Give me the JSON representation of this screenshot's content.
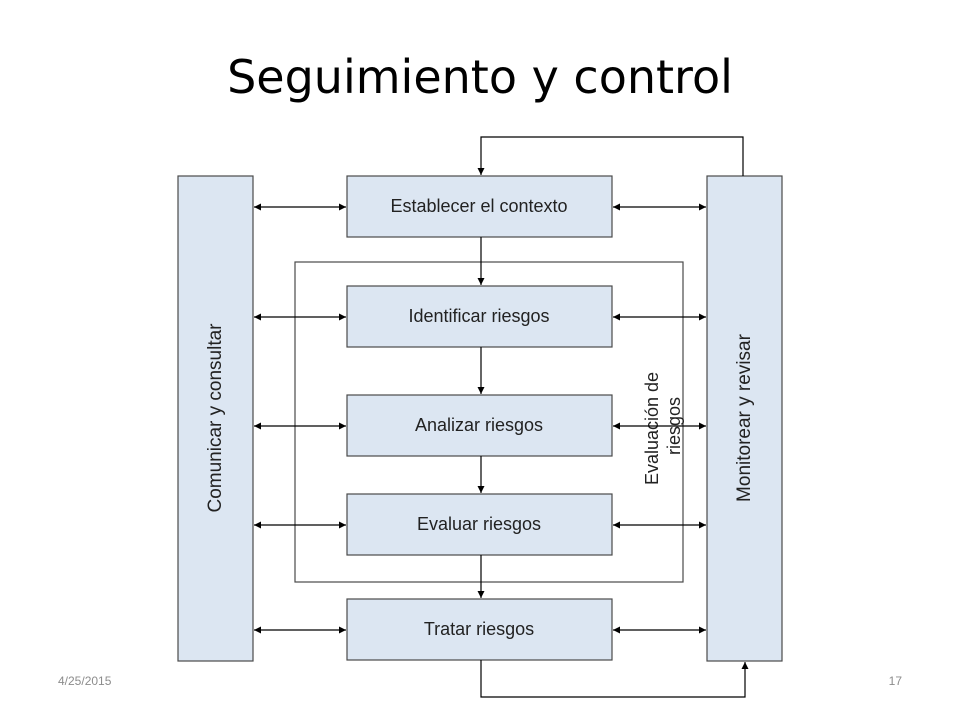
{
  "title": "Seguimiento y control",
  "diagram": {
    "left_column": "Comunicar y consultar",
    "right_column": "Monitorear y revisar",
    "steps": [
      "Establecer el contexto",
      "Identificar riesgos",
      "Analizar riesgos",
      "Evaluar riesgos",
      "Tratar riesgos"
    ],
    "assessment_group": {
      "line1": "Evaluación de",
      "line2": "riesgos"
    }
  },
  "footer": {
    "date": "4/25/2015",
    "page": "17"
  },
  "colors": {
    "box_fill": "#dce6f2",
    "box_stroke": "#4a4a4a"
  }
}
